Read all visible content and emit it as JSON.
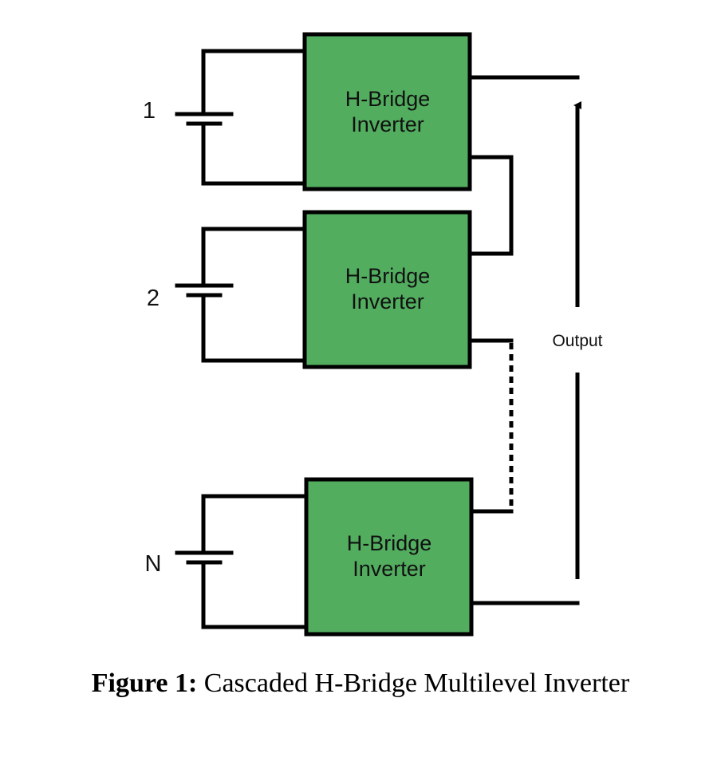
{
  "colors": {
    "inverter_fill": "#52ad5f",
    "stroke": "#000000"
  },
  "sources": [
    {
      "label": "1"
    },
    {
      "label": "2"
    },
    {
      "label": "N"
    }
  ],
  "inverters": [
    {
      "line1": "H-Bridge",
      "line2": "Inverter"
    },
    {
      "line1": "H-Bridge",
      "line2": "Inverter"
    },
    {
      "line1": "H-Bridge",
      "line2": "Inverter"
    }
  ],
  "output_label": "Output",
  "caption": {
    "prefix": "Figure 1:",
    "text": "Cascaded H-Bridge Multilevel Inverter"
  }
}
